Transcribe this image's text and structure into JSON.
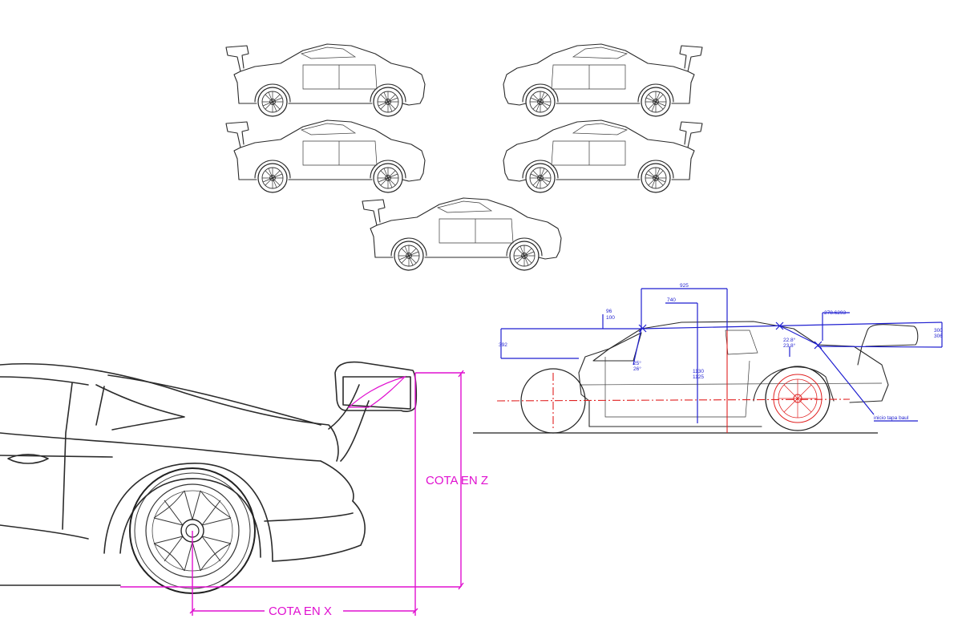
{
  "detail_labels": {
    "z_dimension": "COTA EN Z",
    "x_dimension": "COTA EN X"
  },
  "annotated_drawing": {
    "dim_925": "925",
    "dim_740": "740",
    "dim_96": "96",
    "dim_100": "100",
    "dim_392": "392",
    "dim_25": "25°",
    "dim_26": "26°",
    "dim_1130": "1130",
    "dim_1125": "1125",
    "dim_278": "278.6293",
    "dim_22": "22.8°",
    "dim_23": "23.8°",
    "dim_300": "300",
    "dim_306": "306",
    "note_trunk": "inicio tapa baul"
  }
}
